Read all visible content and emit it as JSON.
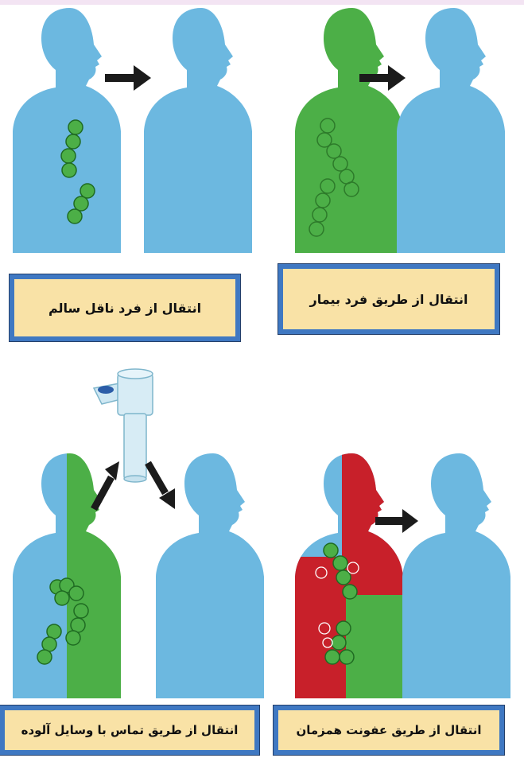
{
  "panels": [
    {
      "caption": "انتقال از فرد ناقل سالم",
      "role": "healthy-carrier"
    },
    {
      "caption": "انتقال از طریق فرد بیمار",
      "role": "sick-person"
    },
    {
      "caption": "انتقال از طریق تماس با وسایل  آلوده",
      "role": "contaminated-objects"
    },
    {
      "caption": "انتقال از طریق عفونت همزمان",
      "role": "co-infection"
    }
  ],
  "colors": {
    "body_blue": "#6cb8e0",
    "infected_green": "#4caf47",
    "infected_red": "#c8202a",
    "label_fill": "#f9e2a6",
    "label_border": "#3f78c2",
    "arrow": "#1b1b1b"
  },
  "icons": [
    "person-silhouette",
    "bacteria-chain-icon",
    "inhaler-icon",
    "transmission-arrow"
  ]
}
